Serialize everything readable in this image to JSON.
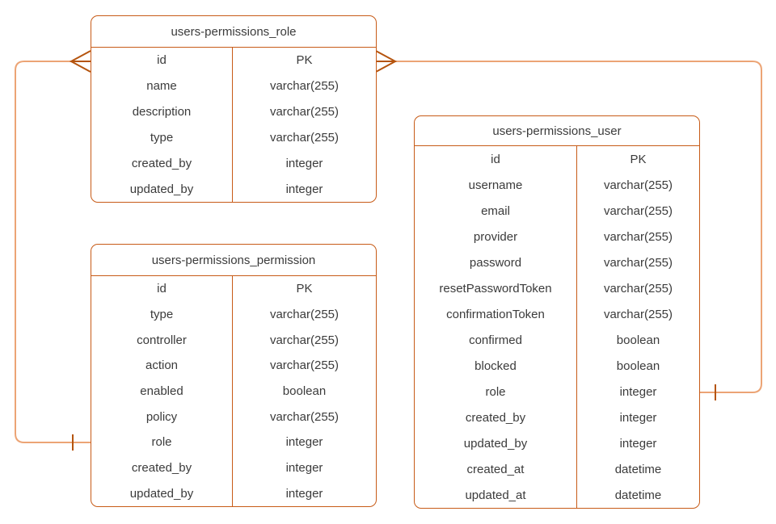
{
  "diagram": {
    "type": "entity-relationship",
    "colors": {
      "table_border": "#C75B17",
      "relationship_line": "#ECA475",
      "relationship_marker": "#B5540E",
      "text": "#3B3B3B",
      "background": "#FFFFFF"
    },
    "tables": [
      {
        "title": "users-permissions_role",
        "fields": [
          {
            "name": "id",
            "type": "PK"
          },
          {
            "name": "name",
            "type": "varchar(255)"
          },
          {
            "name": "description",
            "type": "varchar(255)"
          },
          {
            "name": "type",
            "type": "varchar(255)"
          },
          {
            "name": "created_by",
            "type": "integer"
          },
          {
            "name": "updated_by",
            "type": "integer"
          }
        ]
      },
      {
        "title": "users-permissions_permission",
        "fields": [
          {
            "name": "id",
            "type": "PK"
          },
          {
            "name": "type",
            "type": "varchar(255)"
          },
          {
            "name": "controller",
            "type": "varchar(255)"
          },
          {
            "name": "action",
            "type": "varchar(255)"
          },
          {
            "name": "enabled",
            "type": "boolean"
          },
          {
            "name": "policy",
            "type": "varchar(255)"
          },
          {
            "name": "role",
            "type": "integer"
          },
          {
            "name": "created_by",
            "type": "integer"
          },
          {
            "name": "updated_by",
            "type": "integer"
          }
        ]
      },
      {
        "title": "users-permissions_user",
        "fields": [
          {
            "name": "id",
            "type": "PK"
          },
          {
            "name": "username",
            "type": "varchar(255)"
          },
          {
            "name": "email",
            "type": "varchar(255)"
          },
          {
            "name": "provider",
            "type": "varchar(255)"
          },
          {
            "name": "password",
            "type": "varchar(255)"
          },
          {
            "name": "resetPasswordToken",
            "type": "varchar(255)"
          },
          {
            "name": "confirmationToken",
            "type": "varchar(255)"
          },
          {
            "name": "confirmed",
            "type": "boolean"
          },
          {
            "name": "blocked",
            "type": "boolean"
          },
          {
            "name": "role",
            "type": "integer"
          },
          {
            "name": "created_by",
            "type": "integer"
          },
          {
            "name": "updated_by",
            "type": "integer"
          },
          {
            "name": "created_at",
            "type": "datetime"
          },
          {
            "name": "updated_at",
            "type": "datetime"
          }
        ]
      }
    ],
    "relationships": [
      {
        "from_table": "users-permissions_role",
        "from_field": "id",
        "from_cardinality": "many",
        "to_table": "users-permissions_permission",
        "to_field": "role",
        "to_cardinality": "one"
      },
      {
        "from_table": "users-permissions_role",
        "from_field": "id",
        "from_cardinality": "many",
        "to_table": "users-permissions_user",
        "to_field": "role",
        "to_cardinality": "one"
      }
    ]
  }
}
